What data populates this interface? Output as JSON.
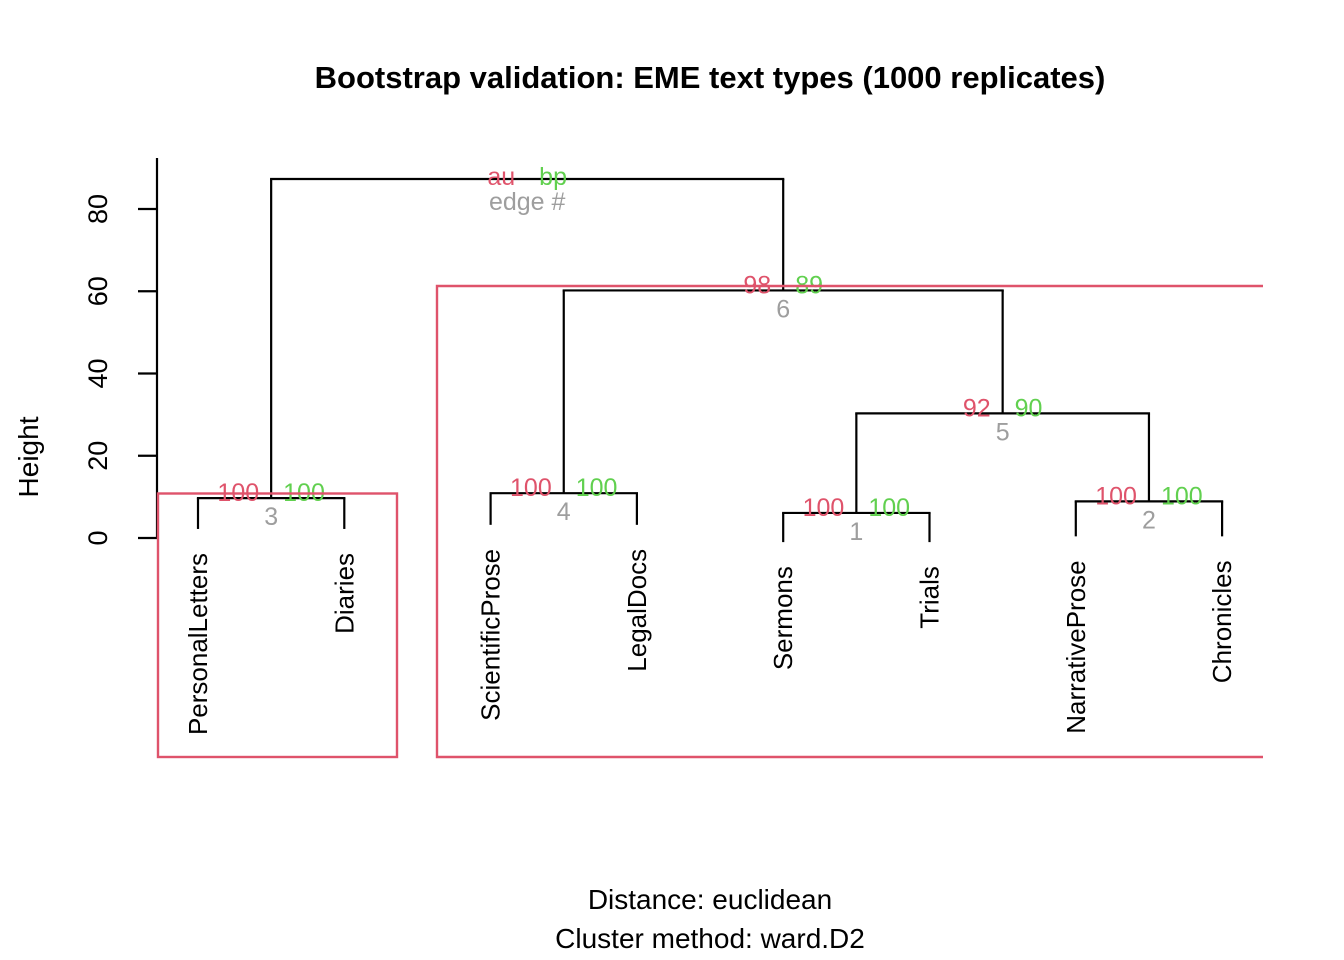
{
  "title": "Bootstrap validation: EME text types (1000 replicates)",
  "captions": {
    "line1": "Distance:  euclidean",
    "line2": "Cluster method: ward.D2"
  },
  "axis": {
    "label": "Height",
    "ticks": [
      0,
      20,
      40,
      60,
      80
    ]
  },
  "colors": {
    "au": "#DF536B",
    "bp": "#61D04F",
    "edge": "#9E9E9E",
    "line": "#000000",
    "rect": "#DF536B"
  },
  "chart_data": {
    "type": "dendrogram",
    "title": "Bootstrap validation: EME text types (1000 replicates)",
    "ylabel": "Height",
    "ylim": [
      0,
      90
    ],
    "yticks": [
      0,
      20,
      40,
      60,
      80
    ],
    "distance_method": "euclidean",
    "cluster_method": "ward.D2",
    "replicates": 1000,
    "leaves": [
      "PersonalLetters",
      "Diaries",
      "ScientificProse",
      "LegalDocs",
      "Sermons",
      "Trials",
      "NarrativeProse",
      "Chronicles"
    ],
    "annotation_legend": {
      "au": "au",
      "bp": "bp",
      "edge": "edge #"
    },
    "tree": {
      "edge": "edge #",
      "au": "au",
      "bp": "bp",
      "height": 87.3,
      "root": true,
      "children": [
        {
          "edge": "3",
          "au": "100",
          "bp": "100",
          "height": 9.7,
          "children": [
            {
              "leaf": "PersonalLetters",
              "stem_h": 2.2
            },
            {
              "leaf": "Diaries",
              "stem_h": 2.2
            }
          ]
        },
        {
          "edge": "6",
          "au": "98",
          "bp": "89",
          "height": 60.2,
          "children": [
            {
              "edge": "4",
              "au": "100",
              "bp": "100",
              "height": 10.9,
              "children": [
                {
                  "leaf": "ScientificProse",
                  "stem_h": 3.2
                },
                {
                  "leaf": "LegalDocs",
                  "stem_h": 3.2
                }
              ]
            },
            {
              "edge": "5",
              "au": "92",
              "bp": "90",
              "height": 30.3,
              "children": [
                {
                  "edge": "1",
                  "au": "100",
                  "bp": "100",
                  "height": 6.1,
                  "children": [
                    {
                      "leaf": "Sermons",
                      "stem_h": -1.0
                    },
                    {
                      "leaf": "Trials",
                      "stem_h": -1.0
                    }
                  ]
                },
                {
                  "edge": "2",
                  "au": "100",
                  "bp": "100",
                  "height": 8.9,
                  "children": [
                    {
                      "leaf": "NarrativeProse",
                      "stem_h": 0.4
                    },
                    {
                      "leaf": "Chronicles",
                      "stem_h": 0.4
                    }
                  ]
                }
              ]
            }
          ]
        }
      ]
    },
    "rects": [
      {
        "cluster_edge": "3",
        "x1": 158,
        "y1": 493.5,
        "x2": 397,
        "y2": 757,
        "open_right": false
      },
      {
        "cluster_edge": "6",
        "x1": 437,
        "y1": 286,
        "x2": 1263,
        "y2": 757,
        "open_right": true
      }
    ]
  }
}
